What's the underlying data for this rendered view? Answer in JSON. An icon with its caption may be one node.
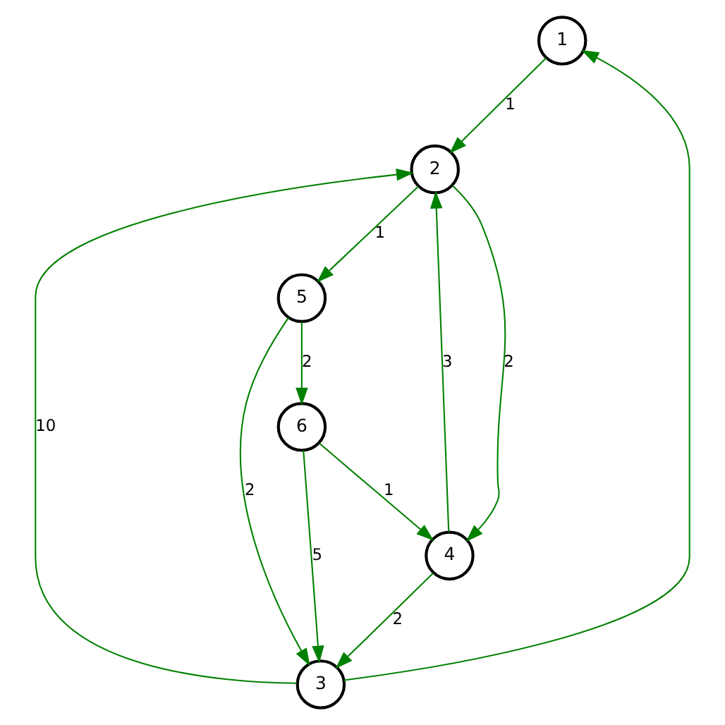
{
  "diagram": {
    "nodes": [
      {
        "text": [
          "1"
        ]
      },
      {
        "text": [
          "2"
        ]
      },
      {
        "text": [
          "3"
        ]
      },
      {
        "text": [
          "4"
        ]
      },
      {
        "text": [
          "5"
        ]
      },
      {
        "text": [
          "6"
        ]
      }
    ],
    "edges": [
      {
        "from": 0,
        "to": 1,
        "arrow": "to",
        "label": "1"
      },
      {
        "from": 1,
        "to": 4,
        "arrow": "to",
        "label": "1"
      },
      {
        "from": 2,
        "to": 1,
        "arrow": "to",
        "label": "10"
      },
      {
        "from": 2,
        "to": 0,
        "arrow": "to"
      },
      {
        "from": 1,
        "to": 3,
        "arrow": "to",
        "label": "2"
      },
      {
        "from": 3,
        "to": 1,
        "arrow": "to",
        "label": "3"
      },
      {
        "from": 4,
        "to": 2,
        "arrow": "to",
        "label": "2"
      },
      {
        "from": 3,
        "to": 2,
        "arrow": "to",
        "label": "2"
      },
      {
        "from": 4,
        "to": 5,
        "arrow": "to",
        "label": "2"
      },
      {
        "from": 5,
        "to": 2,
        "arrow": "to",
        "label": "5"
      },
      {
        "from": 5,
        "to": 3,
        "arrow": "to",
        "label": "1"
      }
    ]
  }
}
